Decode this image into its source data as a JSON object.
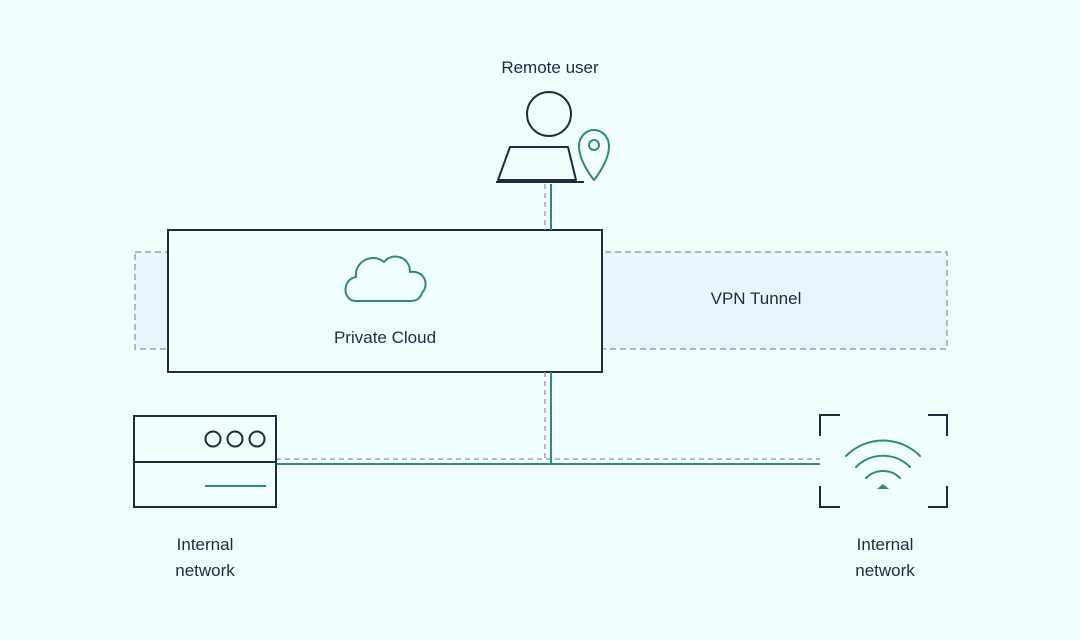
{
  "nodes": {
    "remote_user": {
      "label": "Remote user"
    },
    "private_cloud": {
      "label": "Private Cloud"
    },
    "vpn_tunnel": {
      "label": "VPN Tunnel"
    },
    "internal_network_left": {
      "label": "Internal\nnetwork"
    },
    "internal_network_right": {
      "label": "Internal\nnetwork"
    }
  },
  "colors": {
    "background": "#f1fefe",
    "outline": "#1f2a3d",
    "accent": "#2a8a7c",
    "tunnel_fill": "#e6f5fb",
    "dashed": "#8a8f99"
  },
  "icons": {
    "remote_user": "person-laptop-icon",
    "location": "location-pin-icon",
    "cloud": "cloud-icon",
    "server": "server-icon",
    "wifi": "wifi-icon"
  }
}
